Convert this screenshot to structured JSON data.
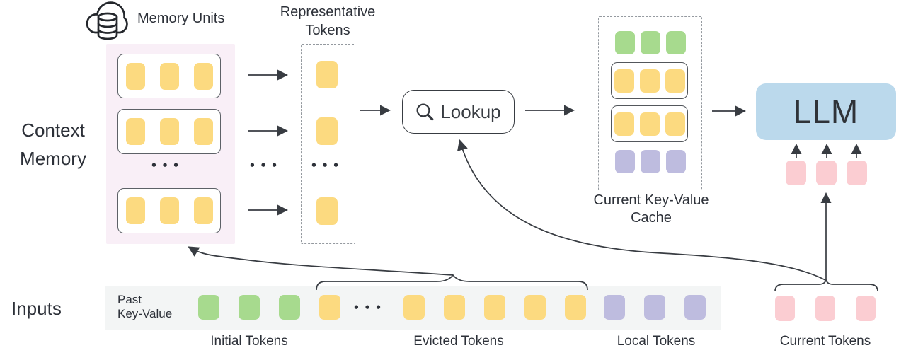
{
  "colors": {
    "yellow": "#fcda80",
    "green": "#a7da8e",
    "purple": "#bebcdf",
    "pink": "#fbcdd2",
    "blue_llm": "#bbd9ec",
    "panel_pink": "#f9eff7",
    "strip_gray": "#f3f5f5",
    "line": "#383c42",
    "text": "#2d3139"
  },
  "context_memory": {
    "title": "Context Memory",
    "memory_units_label": "Memory Units",
    "ellipsis": "•••",
    "ellipsis_outer": "•••",
    "unit1": {
      "count": 3,
      "color": "yellow"
    },
    "unit2": {
      "count": 3,
      "color": "yellow"
    },
    "unit3": {
      "count": 3,
      "color": "yellow"
    }
  },
  "representative": {
    "label_line1": "Representative",
    "label_line2": "Tokens",
    "ellipsis": "•••",
    "top": {
      "count": 1,
      "color": "yellow"
    },
    "mid": {
      "count": 1,
      "color": "yellow"
    },
    "bottom": {
      "count": 1,
      "color": "yellow"
    }
  },
  "lookup": {
    "label": "Lookup"
  },
  "kv_cache": {
    "label_line1": "Current Key-Value",
    "label_line2": "Cache",
    "initial_row": {
      "count": 3,
      "color": "green"
    },
    "unit_row1": {
      "count": 3,
      "color": "yellow"
    },
    "unit_row2": {
      "count": 3,
      "color": "yellow"
    },
    "local_row": {
      "count": 3,
      "color": "purple"
    }
  },
  "llm": {
    "label": "LLM",
    "input_tokens": {
      "count": 3,
      "color": "pink"
    }
  },
  "inputs": {
    "title": "Inputs",
    "past_kv_line1": "Past",
    "past_kv_line2": "Key-Value",
    "ellipsis": "•••",
    "initial_label": "Initial Tokens",
    "evicted_label": "Evicted Tokens",
    "local_label": "Local Tokens",
    "current_label": "Current Tokens",
    "initial_group": {
      "count": 3,
      "color": "green"
    },
    "evicted_head": {
      "count": 1,
      "color": "yellow"
    },
    "evicted_tail": {
      "count": 5,
      "color": "yellow"
    },
    "local_group": {
      "count": 3,
      "color": "purple"
    },
    "current_group": {
      "count": 3,
      "color": "pink"
    }
  }
}
